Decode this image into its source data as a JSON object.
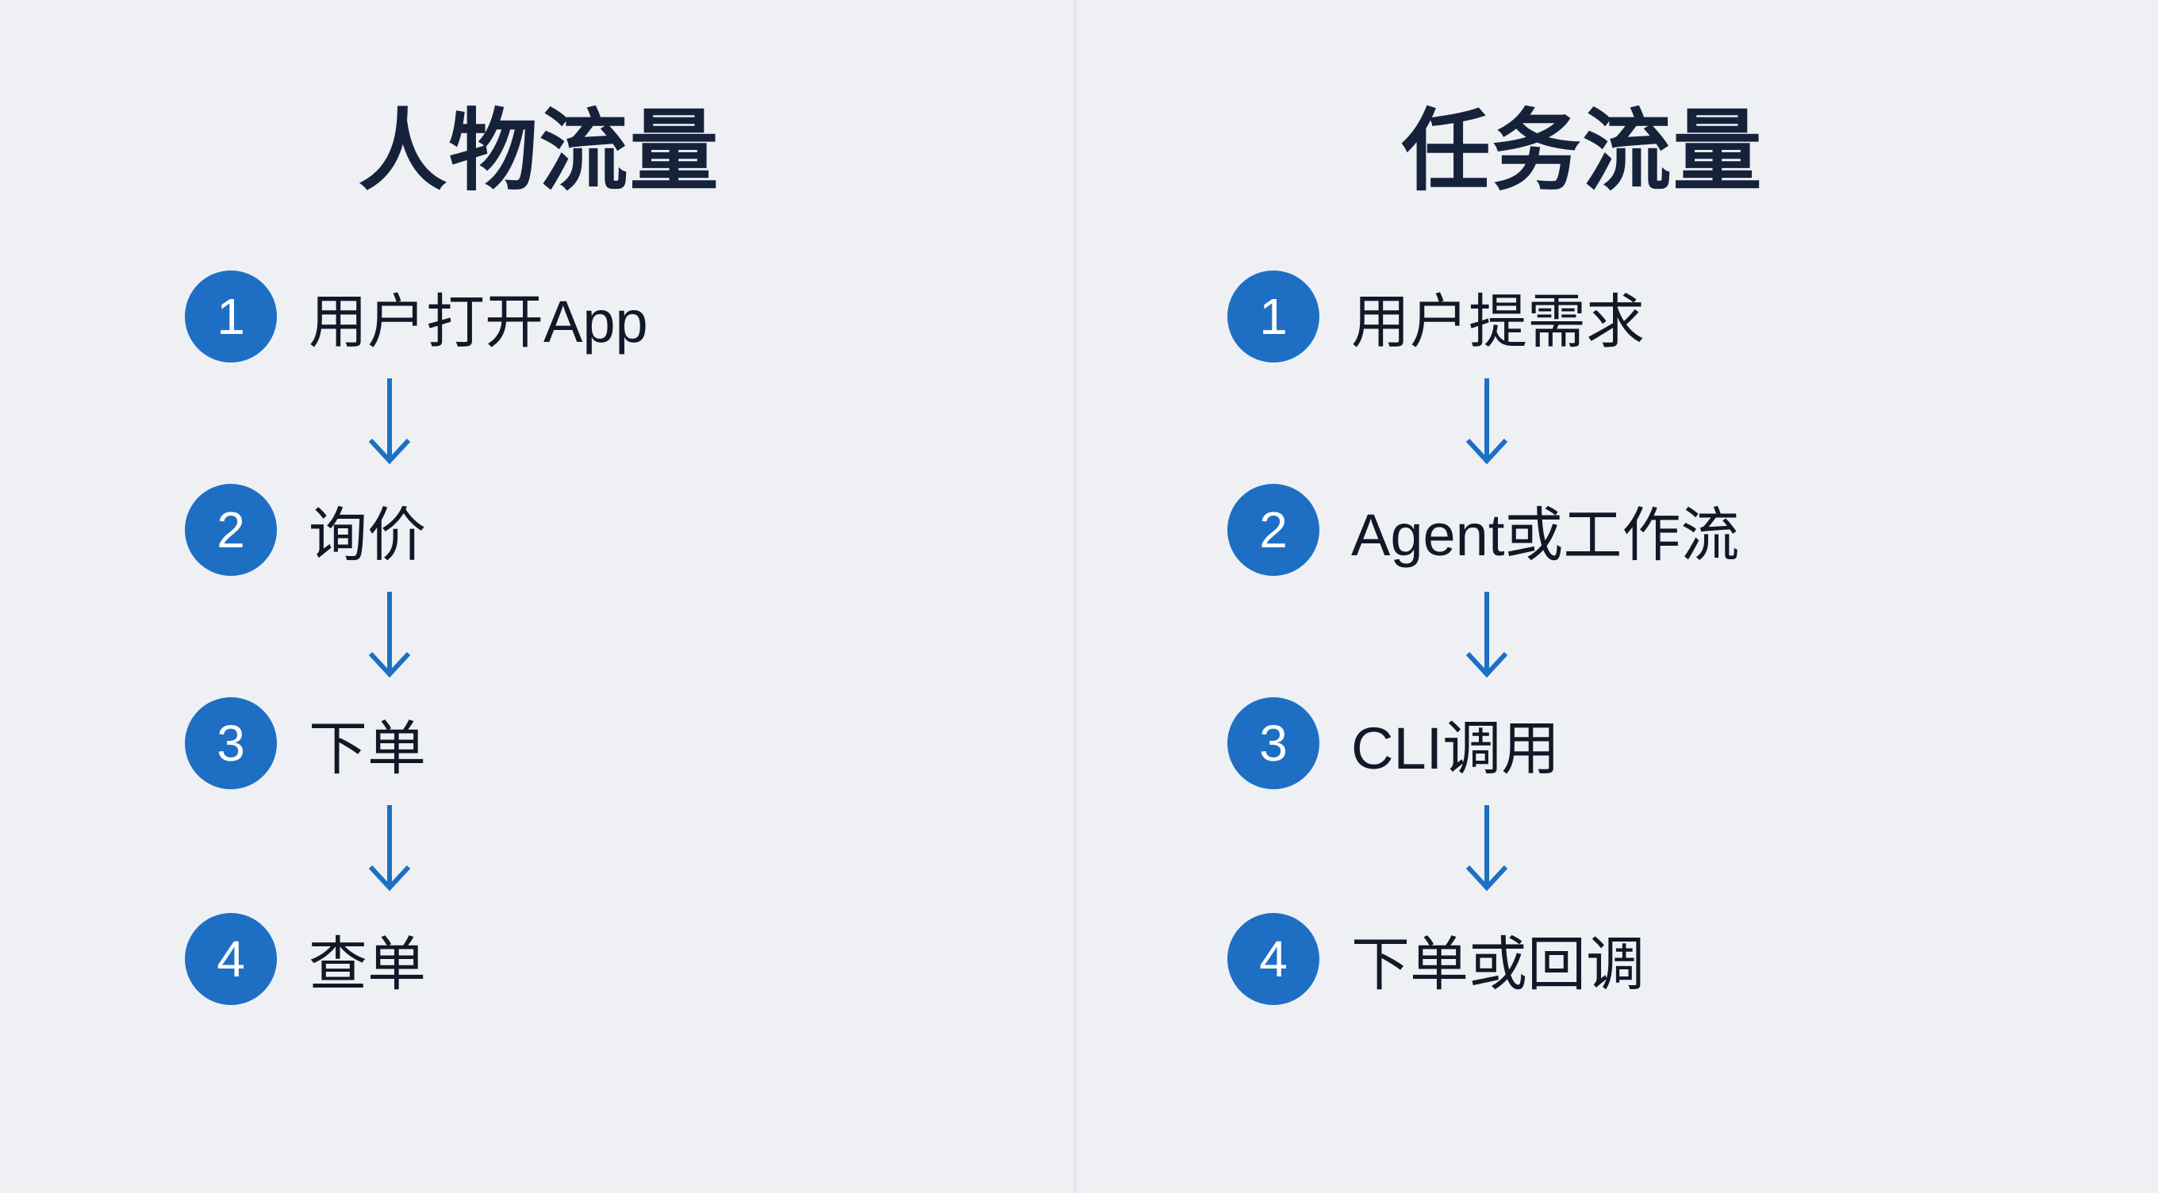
{
  "colors": {
    "accent": "#1e6fc4",
    "background": "#eef0f3",
    "title": "#15223a"
  },
  "left": {
    "title": "人物流量",
    "steps": [
      {
        "num": "1",
        "label": "用户打开App"
      },
      {
        "num": "2",
        "label": "询价"
      },
      {
        "num": "3",
        "label": "下单"
      },
      {
        "num": "4",
        "label": "查单"
      }
    ]
  },
  "right": {
    "title": "任务流量",
    "steps": [
      {
        "num": "1",
        "label": "用户提需求"
      },
      {
        "num": "2",
        "label": "Agent或工作流"
      },
      {
        "num": "3",
        "label": "CLI调用"
      },
      {
        "num": "4",
        "label": "下单或回调"
      }
    ]
  }
}
